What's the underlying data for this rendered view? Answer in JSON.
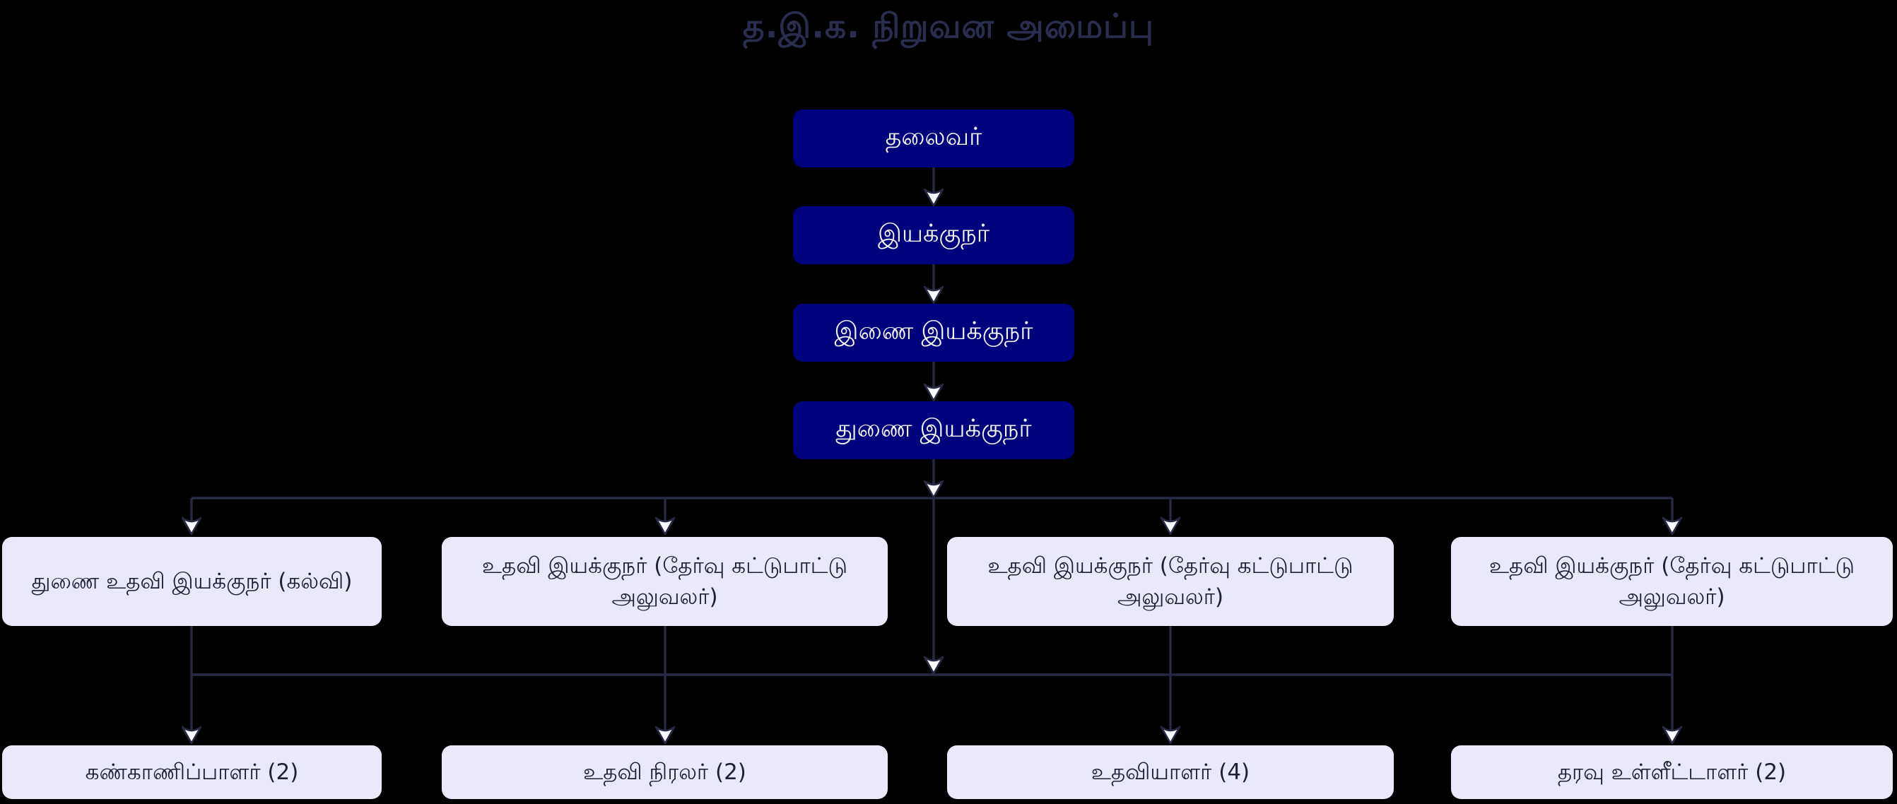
{
  "title": "த.இ.க. நிறுவன அமைப்பு",
  "diagram": {
    "type": "org-chart",
    "chain": [
      {
        "label": "தலைவர்"
      },
      {
        "label": "இயக்குநர்"
      },
      {
        "label": "இணை இயக்குநர்"
      },
      {
        "label": "துணை இயக்குநர்"
      }
    ],
    "middle_row": [
      {
        "label": "துணை உதவி இயக்குநர் (கல்வி)"
      },
      {
        "label": "உதவி இயக்குநர் (தேர்வு கட்டுபாட்டு அலுவலர்)"
      },
      {
        "label": "உதவி இயக்குநர் (தேர்வு கட்டுபாட்டு அலுவலர்)"
      },
      {
        "label": "உதவி இயக்குநர் (தேர்வு கட்டுபாட்டு அலுவலர்)"
      }
    ],
    "bottom_row": [
      {
        "label": "கண்காணிப்பாளர் (2)"
      },
      {
        "label": "உதவி நிரலர் (2)"
      },
      {
        "label": "உதவியாளர் (4)"
      },
      {
        "label": "தரவு உள்ளீட்டாளர் (2)"
      }
    ],
    "edges": "தலைவர் → இயக்குநர் → இணை இயக்குநர் → துணை இயக்குநர் → [4 middle nodes] → [4 bottom nodes]"
  },
  "colors": {
    "background": "#000000",
    "title_text": "#2a2e4e",
    "node_dark_fill": "#00017c",
    "node_dark_text": "#f5f5f7",
    "node_light_fill": "#e9e9fa",
    "node_light_text": "#1f2038",
    "connector_line": "#272a44",
    "arrowhead_fill": "#fdfdff"
  }
}
